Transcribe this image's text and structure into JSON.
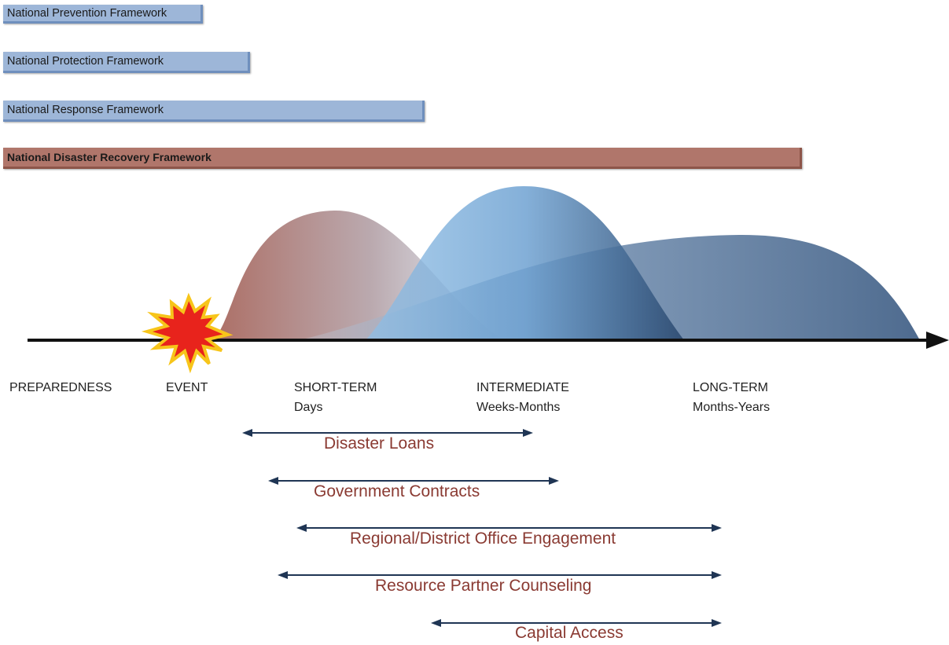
{
  "frameworks": [
    {
      "label": "National Prevention Framework",
      "color": "#9db6d8"
    },
    {
      "label": "National Protection Framework",
      "color": "#9db6d8"
    },
    {
      "label": "National Response Framework",
      "color": "#9db6d8"
    },
    {
      "label": "National Disaster Recovery Framework",
      "color": "#b0766b"
    }
  ],
  "phases": {
    "preparedness": "PREPAREDNESS",
    "event": "EVENT",
    "short_term": {
      "title": "SHORT-TERM",
      "sub": "Days"
    },
    "intermediate": {
      "title": "INTERMEDIATE",
      "sub": "Weeks-Months"
    },
    "long_term": {
      "title": "LONG-TERM",
      "sub": "Months-Years"
    }
  },
  "programs": [
    "Disaster Loans",
    "Government Contracts",
    "Regional/District Office Engagement",
    "Resource Partner Counseling",
    "Capital Access"
  ],
  "colors": {
    "short_term_curve": "#a97b74",
    "intermediate_curve": "#7fb0dc",
    "long_term_curve": "#4c6b8f",
    "arrow": "#1f3554",
    "program_text": "#8a3a32",
    "event_burst": "#e8231c"
  }
}
